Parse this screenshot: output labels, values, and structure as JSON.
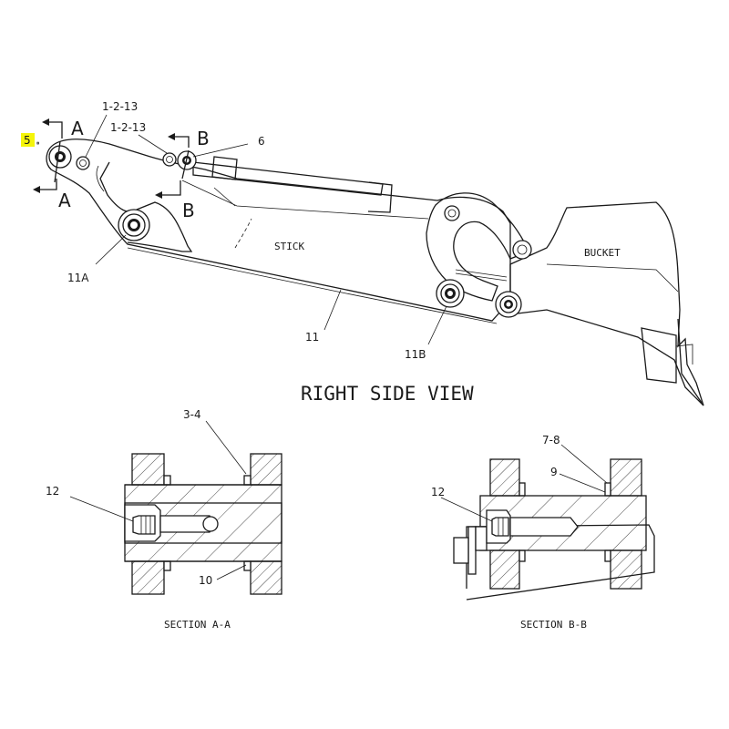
{
  "labels": {
    "callout_5": "5",
    "callout_1_2_13_a": "1-2-13",
    "callout_1_2_13_b": "1-2-13",
    "callout_6": "6",
    "callout_11a": "11A",
    "callout_11": "11",
    "callout_11b": "11B",
    "section_a_top": "A",
    "section_a_bottom": "A",
    "section_b_top": "B",
    "section_b_bottom": "B",
    "stick": "STICK",
    "bucket": "BUCKET",
    "view_title": "RIGHT SIDE VIEW",
    "callout_3_4": "3-4",
    "callout_12_a": "12",
    "callout_10": "10",
    "caption_a": "SECTION A-A",
    "callout_7_8": "7-8",
    "callout_9": "9",
    "callout_12_b": "12",
    "caption_b": "SECTION B-B"
  },
  "colors": {
    "highlight": "#f5f50a",
    "ink": "#1a1a1a"
  }
}
